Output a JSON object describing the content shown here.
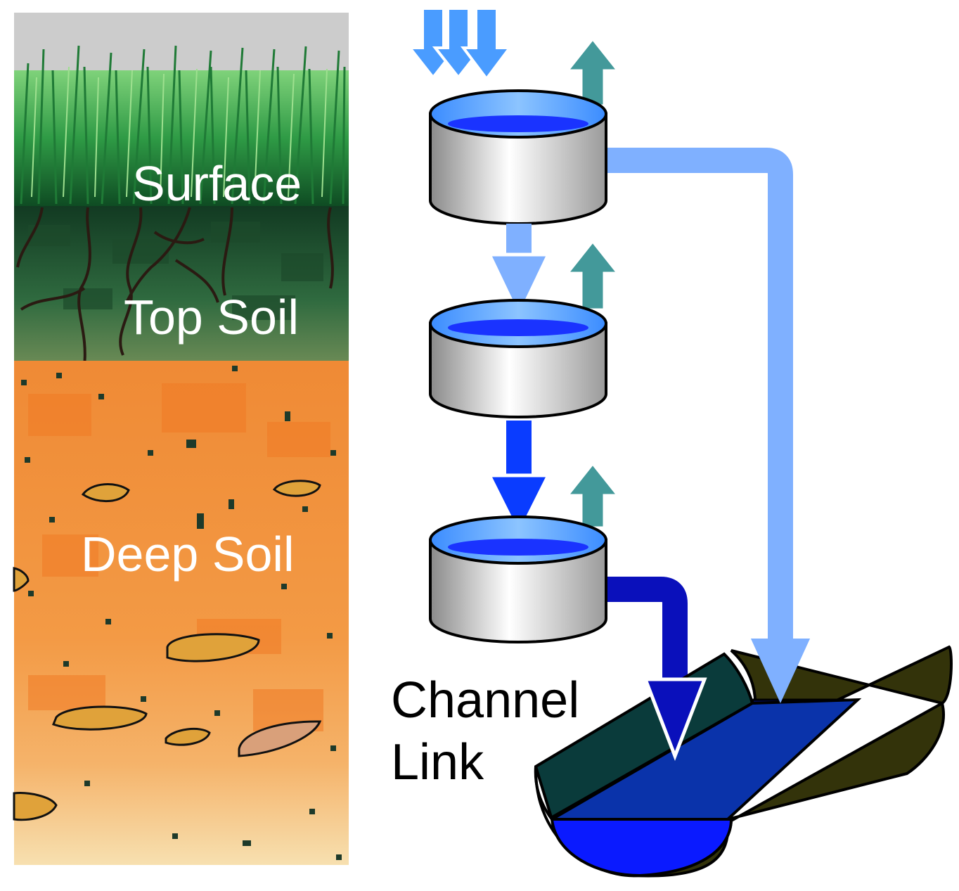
{
  "soil_column": {
    "layers": [
      {
        "label": "Surface"
      },
      {
        "label": "Top Soil"
      },
      {
        "label": "Deep Soil"
      }
    ]
  },
  "channel": {
    "label_line1": "Channel",
    "label_line2": "Link"
  },
  "colors": {
    "sky": "#cccccc",
    "grass_dark": "#0d3b1a",
    "grass_light": "#4ab35a",
    "topsoil": "#2b5a38",
    "deep_soil": "#ee8a3a",
    "deep_soil_light": "#f5c58a",
    "rock": "#e0a23a",
    "precipitation_arrow": "#4a9cff",
    "evaporation_arrow": "#43999a",
    "surface_flow": "#7fb0ff",
    "percolation_flow": "#0a3cff",
    "deep_flow": "#0a10bb",
    "bucket_water": "#1a55ff",
    "channel_left_wall": "#0a3b3b",
    "channel_right_wall": "#33330a",
    "channel_water": "#0a33aa"
  }
}
